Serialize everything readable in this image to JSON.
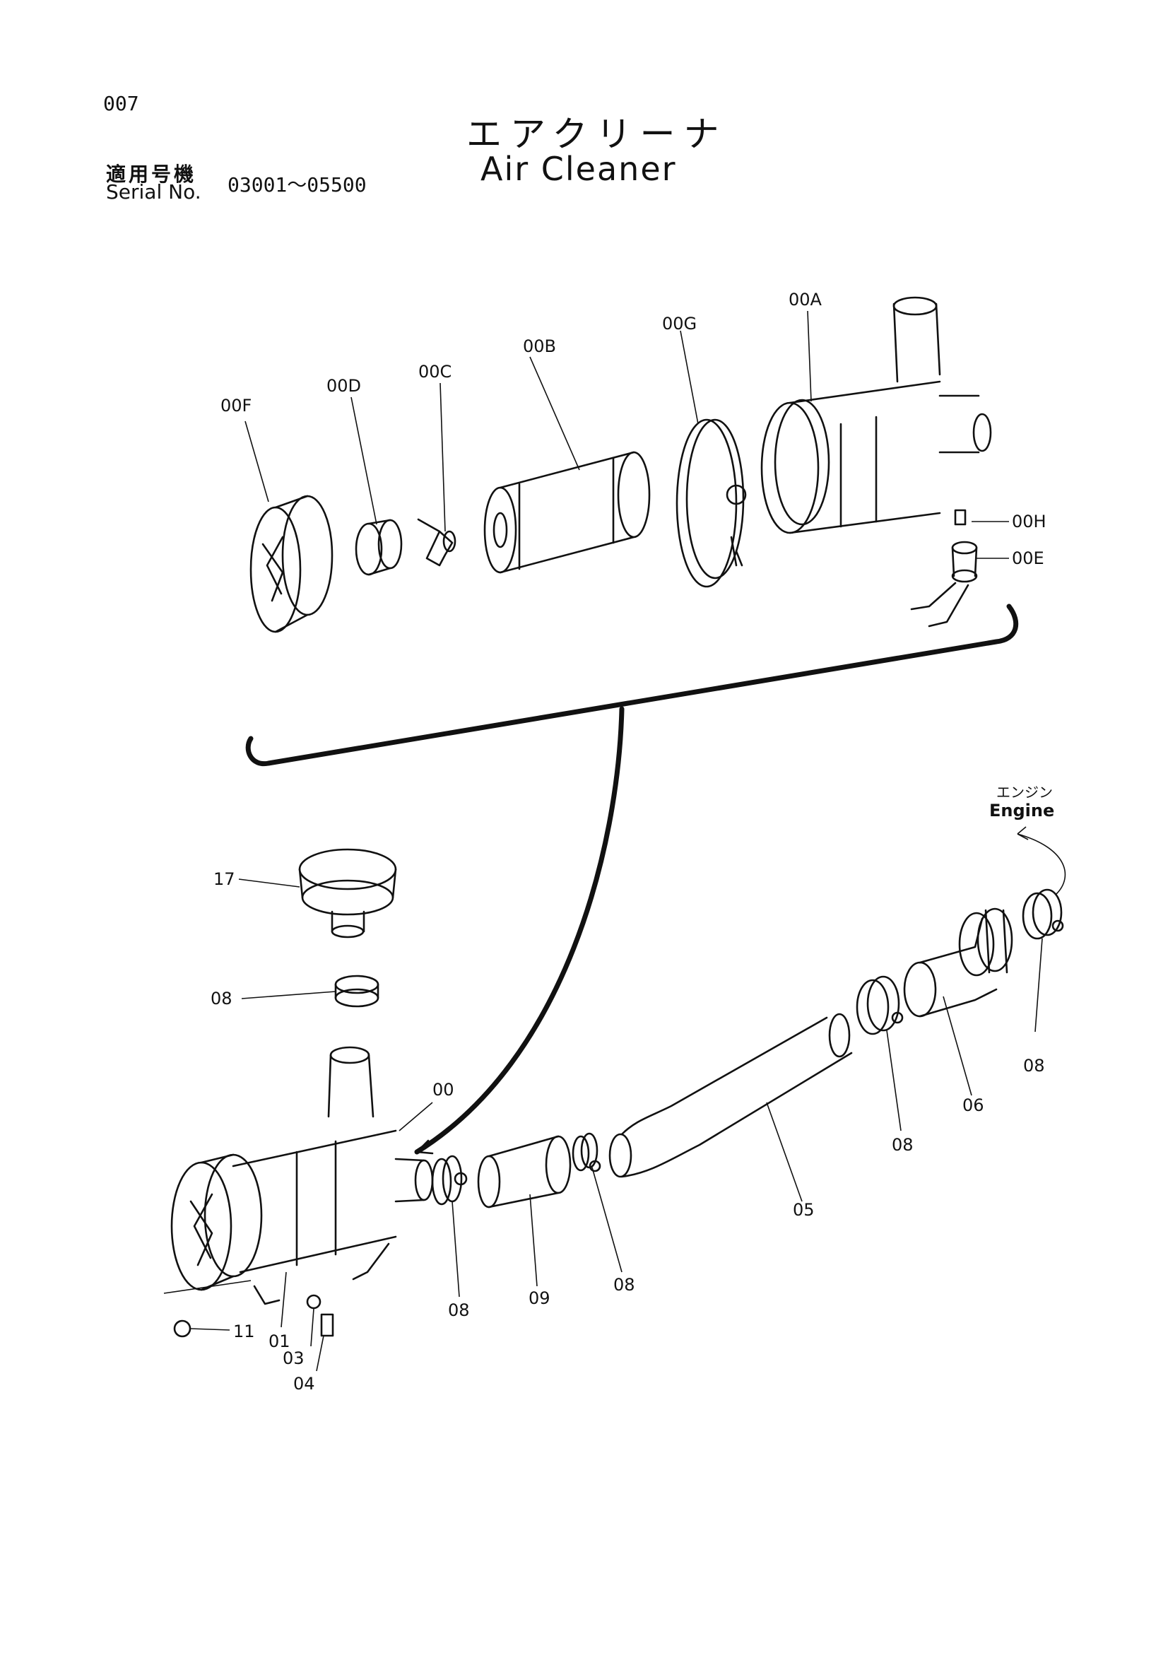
{
  "page_number": "007",
  "title_jp": "エアクリーナ",
  "title_en": "Air Cleaner",
  "serial_label_jp": "適用号機",
  "serial_label_en": "Serial No.",
  "serial_range": "03001～05500",
  "engine_label_jp": "エンジン",
  "engine_label_en": "Engine",
  "part_labels": {
    "p00F": "00F",
    "p00D": "00D",
    "p00C": "00C",
    "p00B": "00B",
    "p00G": "00G",
    "p00A": "00A",
    "p00H": "00H",
    "p00E": "00E",
    "p17": "17",
    "p08_top": "08",
    "p00": "00",
    "p01": "01",
    "p03": "03",
    "p04": "04",
    "p11": "11",
    "p08_a": "08",
    "p09": "09",
    "p08_b": "08",
    "p05": "05",
    "p08_c": "08",
    "p06": "06",
    "p08_d": "08"
  }
}
